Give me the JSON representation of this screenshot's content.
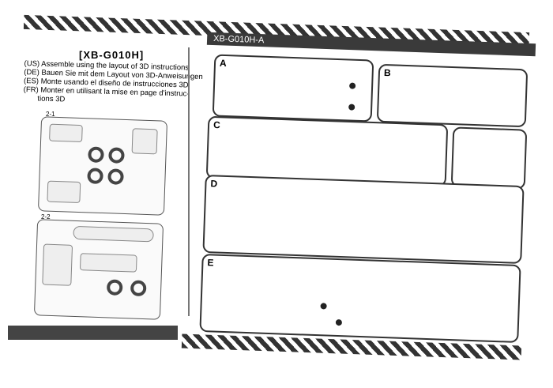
{
  "left_page": {
    "title": "[XB-G010H]",
    "instructions": [
      "(US) Assemble using the layout of 3D instructions",
      "(DE) Bauen Sie mit dem Layout von 3D-Anweisungen",
      "(ES) Monte usando el diseño de instrucciones 3D",
      "(FR) Monter en utilisant la mise en page d'instruc-",
      "tions 3D"
    ],
    "sheets": [
      "2-1",
      "2-2"
    ]
  },
  "right_page": {
    "header": "XB-G010H-A",
    "panels": [
      "A",
      "B",
      "C",
      "D",
      "E"
    ]
  }
}
